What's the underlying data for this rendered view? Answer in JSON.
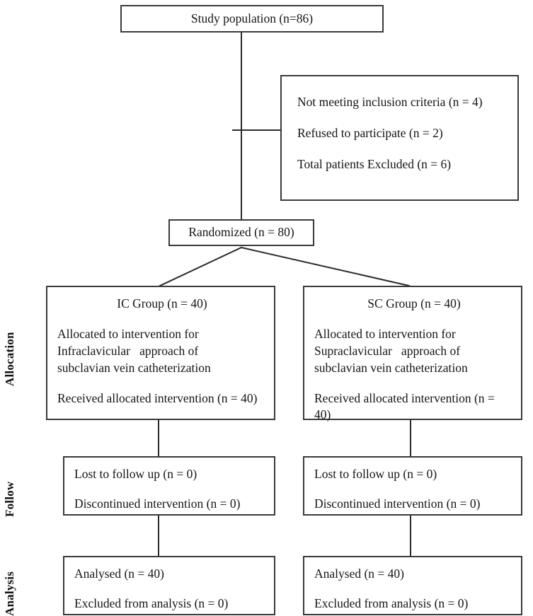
{
  "diagram": {
    "type": "consort-flow-diagram",
    "stage_labels": [
      {
        "name": "allocation",
        "text": "Allocation"
      },
      {
        "name": "follow",
        "text": "Follow"
      },
      {
        "name": "analysis",
        "text": "Analysis"
      }
    ],
    "nodes": {
      "study_population": {
        "text": "Study population (n=86)"
      },
      "excluded": {
        "lines": [
          "Not meeting inclusion criteria (n = 4)",
          "Refused to participate (n = 2)",
          "Total patients Excluded (n = 6)"
        ]
      },
      "randomized": {
        "text": "Randomized (n = 80)"
      },
      "ic_group": {
        "title": "IC Group (n = 40)",
        "allocated_lines": [
          "Allocated to intervention for",
          "Infraclavicular   approach of",
          "subclavian vein catheterization"
        ],
        "received": "Received allocated intervention (n = 40)"
      },
      "sc_group": {
        "title": "SC Group (n = 40)",
        "allocated_lines": [
          "Allocated to intervention for",
          "Supraclavicular   approach of",
          "subclavian vein catheterization"
        ],
        "received": "Received allocated intervention (n = 40)"
      },
      "ic_follow": {
        "lines": [
          "Lost to follow up (n = 0)",
          "Discontinued intervention (n = 0)"
        ]
      },
      "sc_follow": {
        "lines": [
          "Lost to follow up (n = 0)",
          "Discontinued intervention (n = 0)"
        ]
      },
      "ic_analysis": {
        "lines": [
          "Analysed (n = 40)",
          "Excluded from analysis (n = 0)"
        ]
      },
      "sc_analysis": {
        "lines": [
          "Analysed (n = 40)",
          "Excluded from analysis (n = 0)"
        ]
      }
    },
    "colors": {
      "box_border": "#3a3a3a",
      "connector": "#2b2b2b",
      "text": "#161616",
      "background": "#ffffff"
    }
  }
}
